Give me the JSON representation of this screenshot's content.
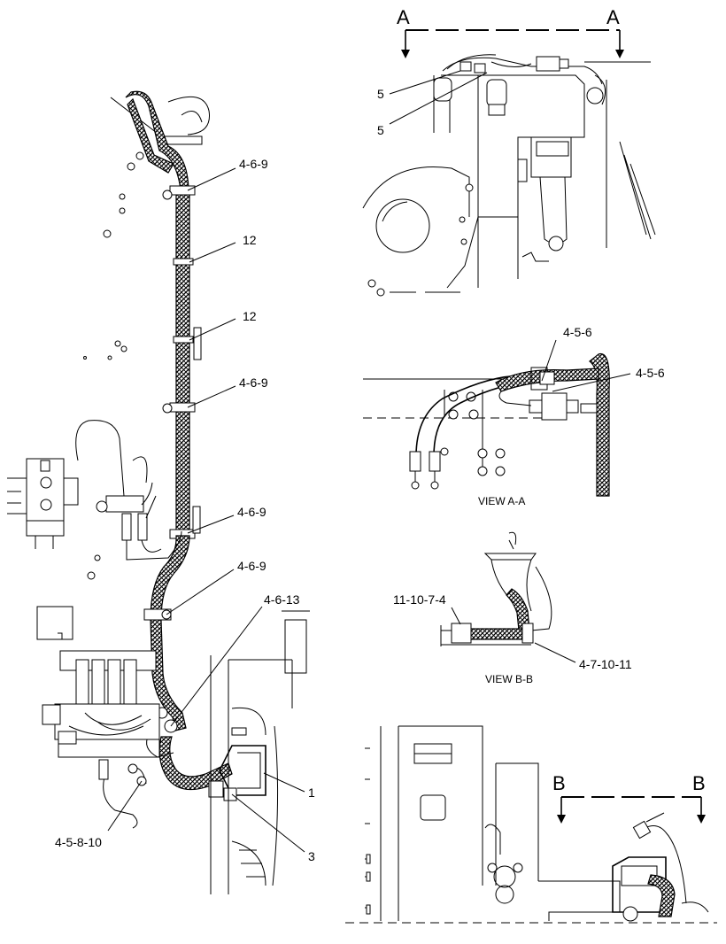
{
  "callouts": {
    "c_4_6_9_a": "4-6-9",
    "c_12_a": "12",
    "c_12_b": "12",
    "c_4_6_9_b": "4-6-9",
    "c_4_6_9_c": "4-6-9",
    "c_4_6_9_d": "4-6-9",
    "c_4_6_13": "4-6-13",
    "c_1": "1",
    "c_3": "3",
    "c_4_5_8_10": "4-5-8-10",
    "c_5_a": "5",
    "c_5_b": "5",
    "c_4_5_6_a": "4-5-6",
    "c_4_5_6_b": "4-5-6",
    "c_11_10_7_4": "11-10-7-4",
    "c_4_7_10_11": "4-7-10-11"
  },
  "section_marks": {
    "a_left": "A",
    "a_right": "A",
    "b_left": "B",
    "b_right": "B"
  },
  "view_titles": {
    "view_aa": "VIEW A-A",
    "view_bb": "VIEW B-B"
  }
}
